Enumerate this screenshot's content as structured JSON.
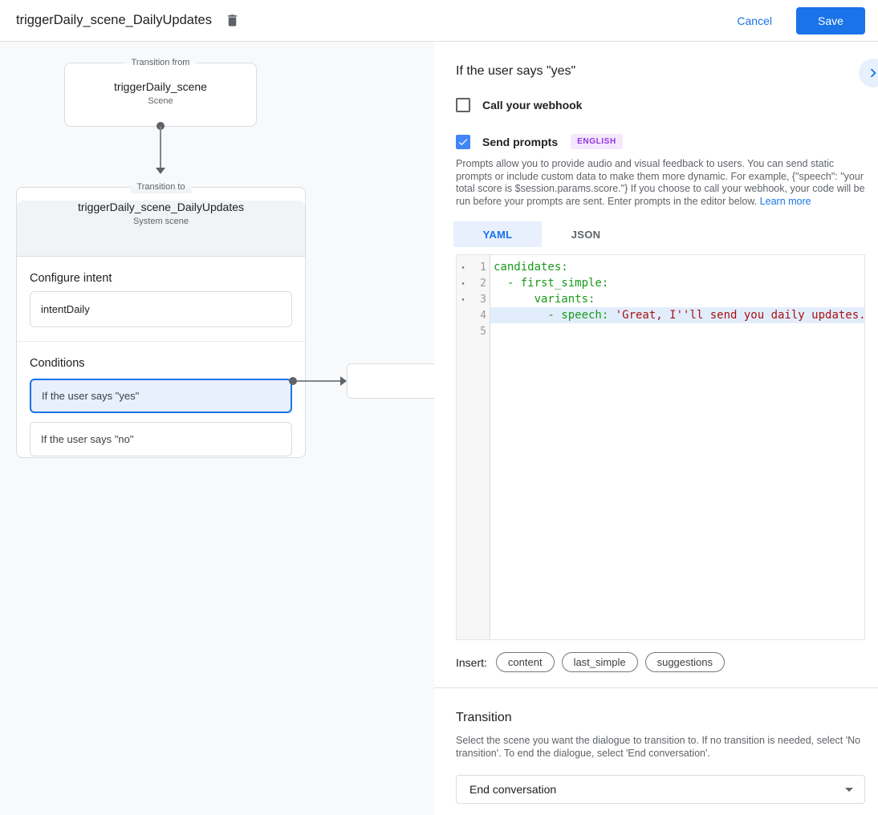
{
  "colors": {
    "accent": "#1a73e8",
    "checkbox_checked": "#4285f4",
    "selected_condition_bg": "#e8f0fe",
    "badge_text": "#9334e6",
    "badge_bg": "#f4e8fd",
    "code_key": "#189a18",
    "code_string": "#aa1111",
    "active_line_bg": "#e2edfc"
  },
  "header": {
    "title": "triggerDaily_scene_DailyUpdates",
    "cancel_label": "Cancel",
    "save_label": "Save"
  },
  "diagram": {
    "from_box": {
      "legend": "Transition from",
      "title": "triggerDaily_scene",
      "subtitle": "Scene"
    },
    "to_box": {
      "legend": "Transition to",
      "title": "triggerDaily_scene_DailyUpdates",
      "subtitle": "System scene",
      "configure_intent_label": "Configure intent",
      "intent_value": "intentDaily",
      "conditions_label": "Conditions",
      "conditions": [
        {
          "label": "If the user says \"yes\"",
          "selected": true
        },
        {
          "label": "If the user says \"no\"",
          "selected": false
        }
      ]
    }
  },
  "panel": {
    "title": "If the user says \"yes\"",
    "webhook_label": "Call your webhook",
    "webhook_checked": false,
    "prompts_label": "Send prompts",
    "prompts_checked": true,
    "language_badge": "ENGLISH",
    "description": "Prompts allow you to provide audio and visual feedback to users. You can send static prompts or include custom data to make them more dynamic. For example, {\"speech\": \"your total score is $session.params.score.\"} If you choose to call your webhook, your code will be run before your prompts are sent. Enter prompts in the editor below. ",
    "learn_more_label": "Learn more",
    "tabs": [
      {
        "label": "YAML",
        "active": true
      },
      {
        "label": "JSON",
        "active": false
      }
    ],
    "editor": {
      "lines": [
        {
          "number": 1,
          "foldable": true,
          "highlighted": false,
          "segments": [
            {
              "text": "candidates:",
              "type": "key"
            }
          ]
        },
        {
          "number": 2,
          "foldable": true,
          "highlighted": false,
          "segments": [
            {
              "text": "  - first_simple:",
              "type": "key"
            }
          ]
        },
        {
          "number": 3,
          "foldable": true,
          "highlighted": false,
          "segments": [
            {
              "text": "      variants:",
              "type": "key"
            }
          ]
        },
        {
          "number": 4,
          "foldable": false,
          "highlighted": true,
          "segments": [
            {
              "text": "        - speech: ",
              "type": "key"
            },
            {
              "text": "'Great, I''ll send you daily updates.",
              "type": "string"
            }
          ]
        },
        {
          "number": 5,
          "foldable": false,
          "highlighted": false,
          "segments": []
        }
      ]
    },
    "insert_label": "Insert:",
    "insert_chips": [
      "content",
      "last_simple",
      "suggestions"
    ],
    "transition": {
      "heading": "Transition",
      "description": "Select the scene you want the dialogue to transition to. If no transition is needed, select 'No transition'. To end the dialogue, select 'End conversation'.",
      "dropdown_value": "End conversation"
    }
  }
}
